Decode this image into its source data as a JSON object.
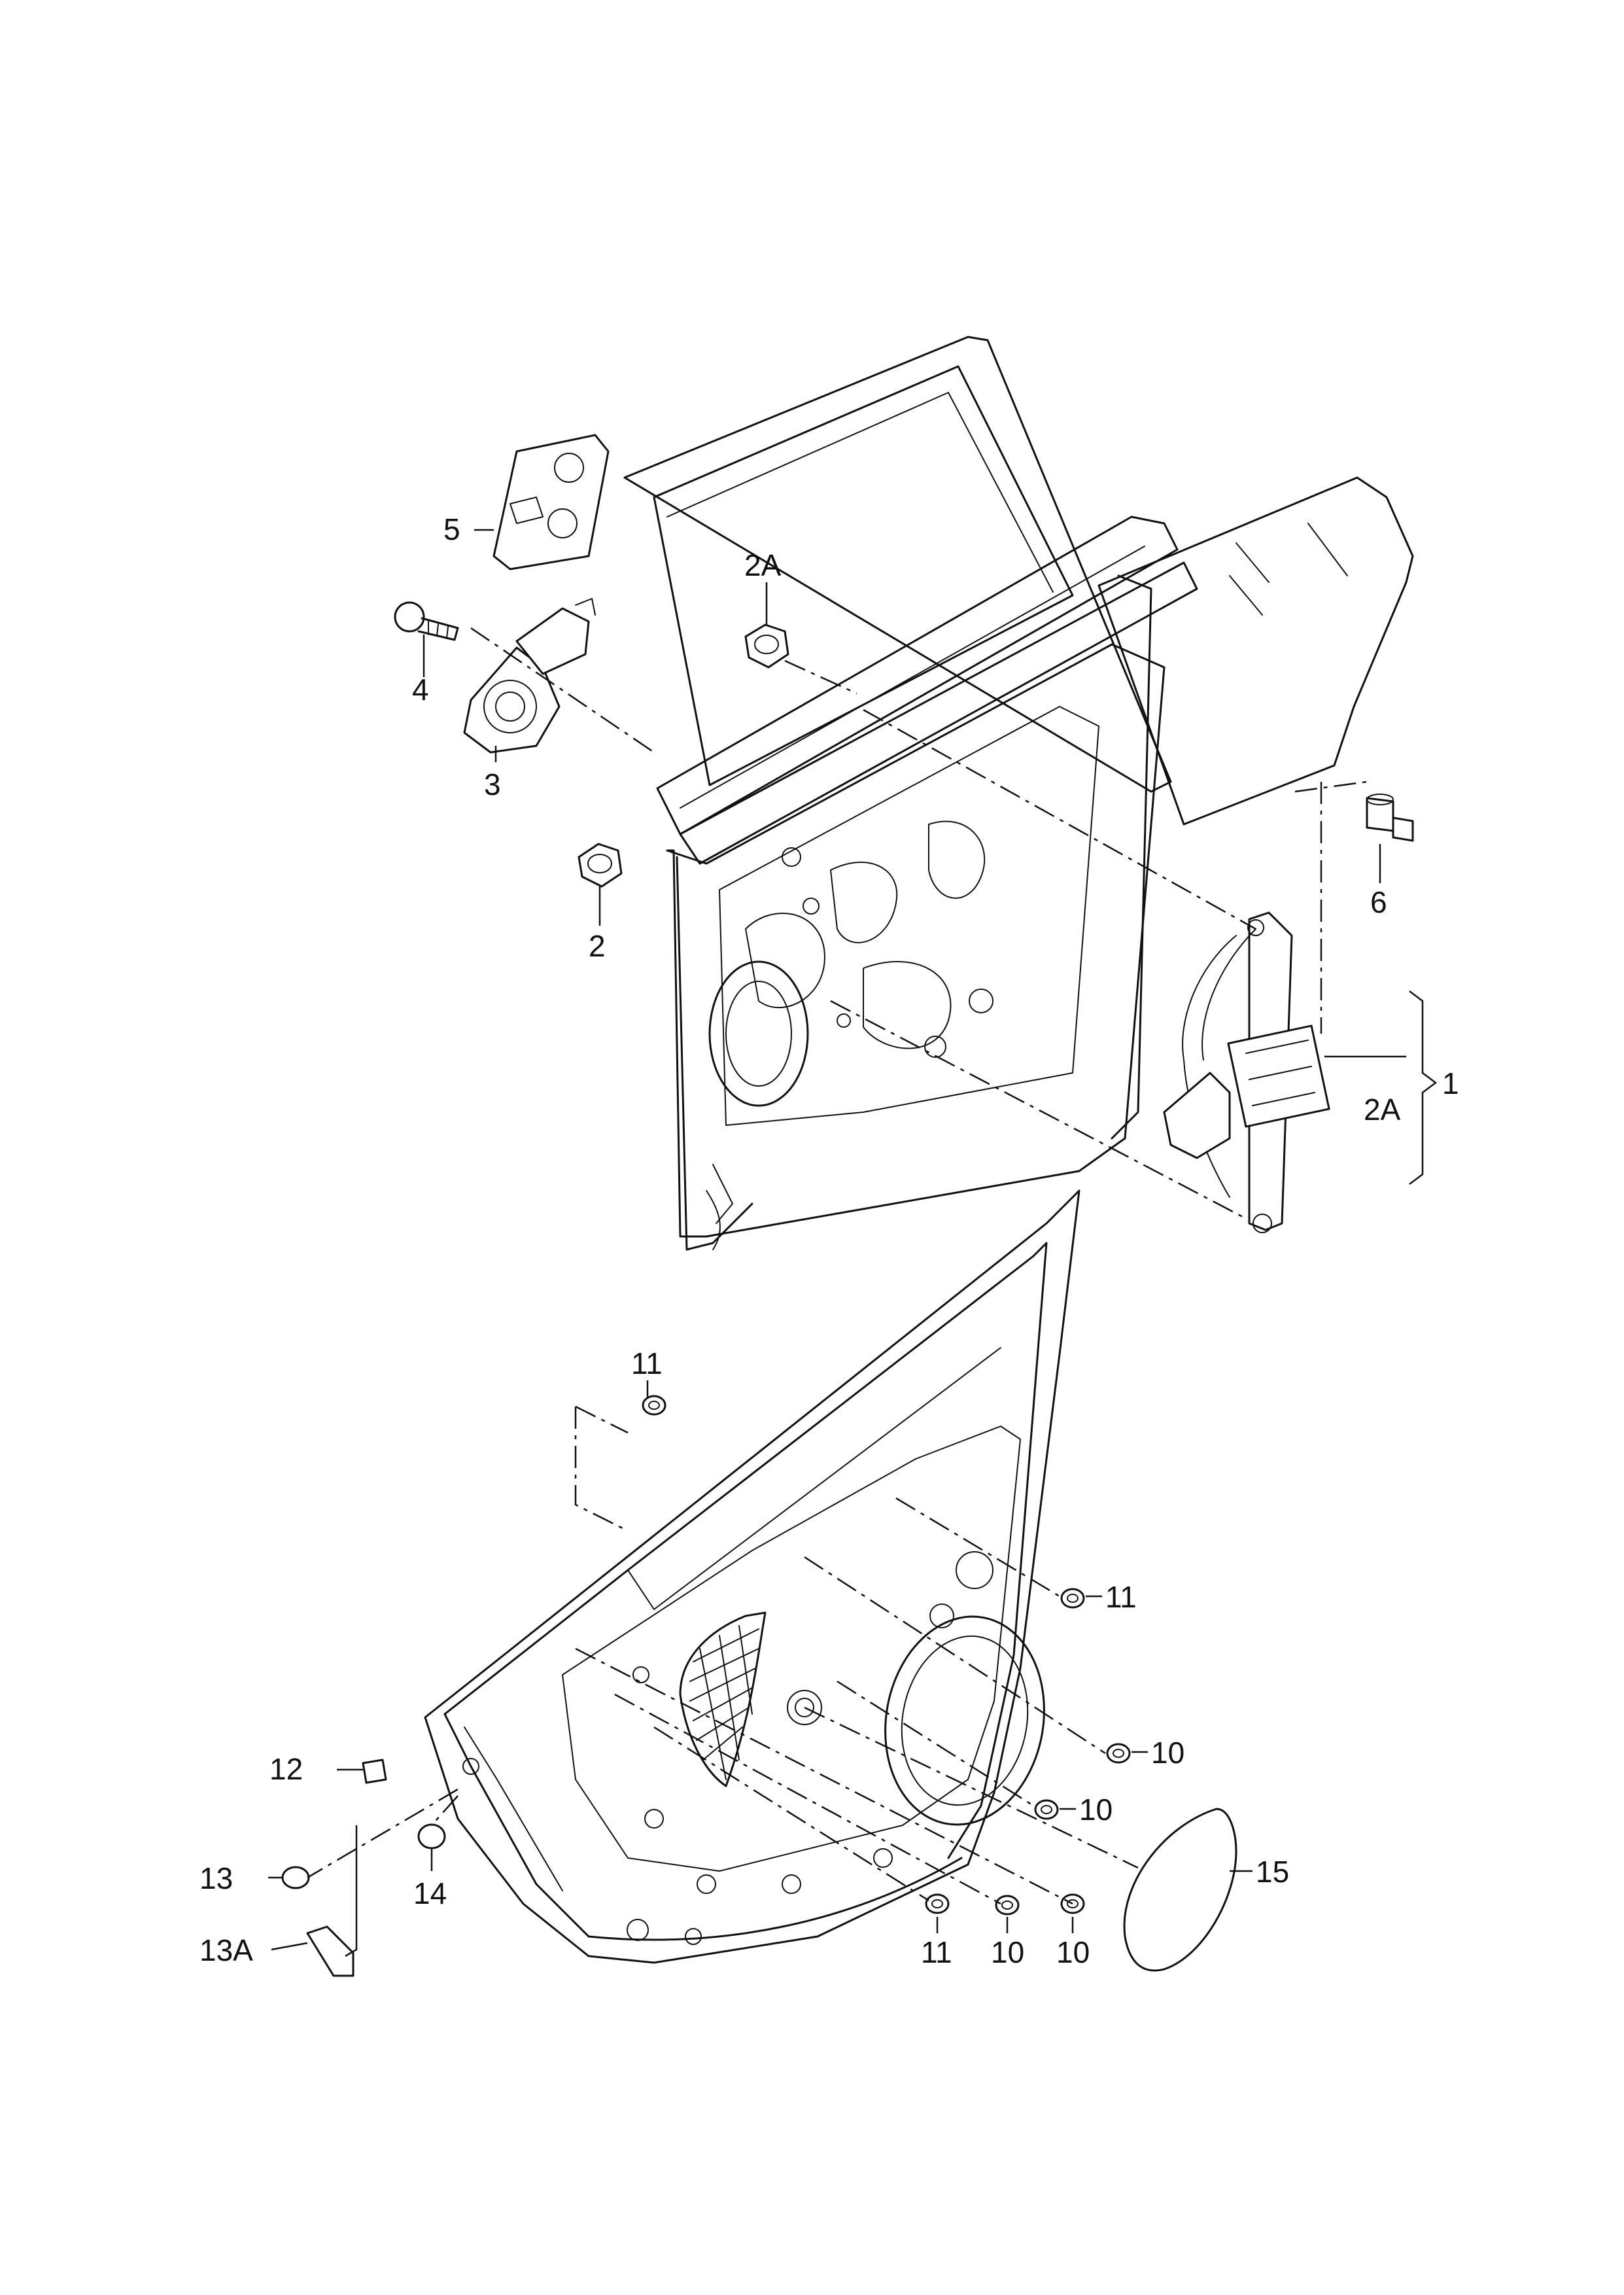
{
  "diagram": {
    "callouts": {
      "c1": "1",
      "c2": "2",
      "c2A_top": "2A",
      "c2A_right": "2A",
      "c3": "3",
      "c4": "4",
      "c5": "5",
      "c6": "6",
      "c10_a": "10",
      "c10_b": "10",
      "c10_c": "10",
      "c10_d": "10",
      "c11_a": "11",
      "c11_b": "11",
      "c11_c": "11",
      "c12": "12",
      "c13": "13",
      "c13A": "13A",
      "c14": "14",
      "c15": "15"
    }
  }
}
